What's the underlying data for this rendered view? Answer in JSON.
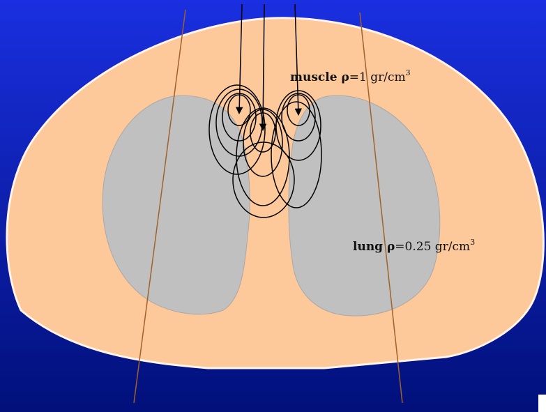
{
  "colors": {
    "background_top": "#1a2fe0",
    "background_bottom": "#01107a",
    "body_tissue": "#fdc89a",
    "body_outline": "#fff4ea",
    "lung": "#c0c0c0",
    "lung_outline": "#a8a8a8",
    "beam_edges": "#a0622a",
    "dose_contours": "#000000",
    "particle_tracks": "#000000"
  },
  "labels": {
    "muscle": {
      "prefix": "muscle ",
      "rho": "ρ",
      "value": "=1 gr/cm",
      "exponent": "3"
    },
    "lung": {
      "prefix": "lung ",
      "rho": "ρ",
      "value": "=0.25 gr/cm",
      "exponent": "3"
    }
  }
}
